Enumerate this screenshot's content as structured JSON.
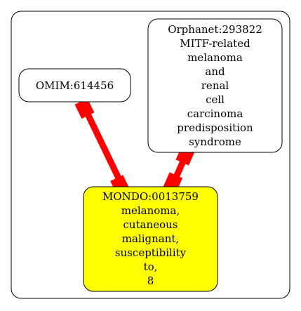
{
  "nodes": {
    "omim": {
      "lines": [
        "OMIM:614456"
      ]
    },
    "orphanet": {
      "lines": [
        "Orphanet:293822",
        "MITF-related",
        "melanoma",
        "and",
        "renal",
        "cell",
        "carcinoma",
        "predisposition",
        "syndrome"
      ]
    },
    "mondo": {
      "lines": [
        "MONDO:0013759",
        "melanoma,",
        "cutaneous",
        "malignant,",
        "susceptibility",
        "to,",
        "8"
      ]
    }
  },
  "colors": {
    "edge": "#ff0000",
    "highlight_fill": "#ffff00",
    "node_fill": "#ffffff",
    "stroke": "#000000"
  }
}
